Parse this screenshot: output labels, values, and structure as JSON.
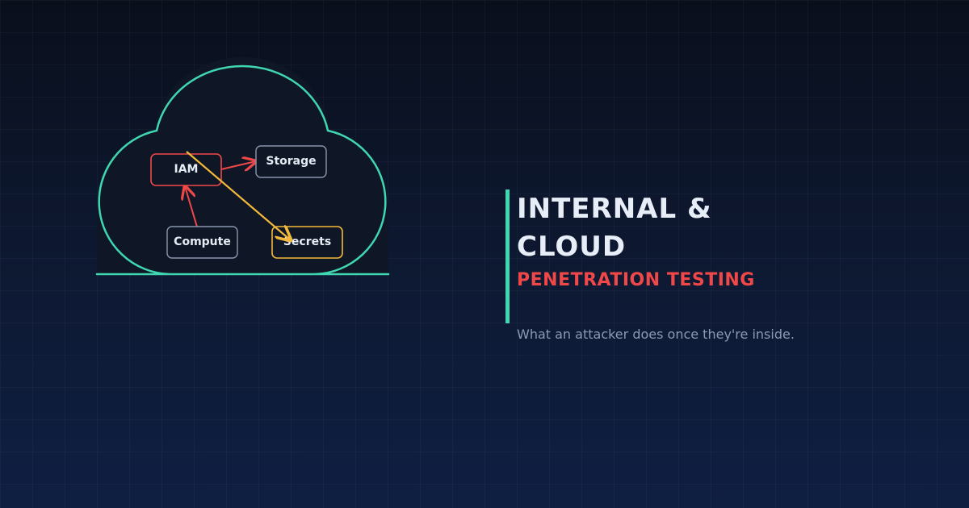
{
  "diagram": {
    "nodes": {
      "iam": "IAM",
      "storage": "Storage",
      "compute": "Compute",
      "secrets": "Secrets"
    },
    "colors": {
      "cloud_outline": "#3fd6b0",
      "iam_border": "#f04848",
      "secrets_border": "#f5b93a",
      "neutral_border": "#8a96ad",
      "arrow_red": "#f04848",
      "arrow_yellow": "#f5b93a"
    }
  },
  "hero": {
    "title_line1": "INTERNAL &",
    "title_line2": "CLOUD",
    "subtitle": "PENETRATION TESTING",
    "tagline": "What an attacker does once they're inside."
  }
}
